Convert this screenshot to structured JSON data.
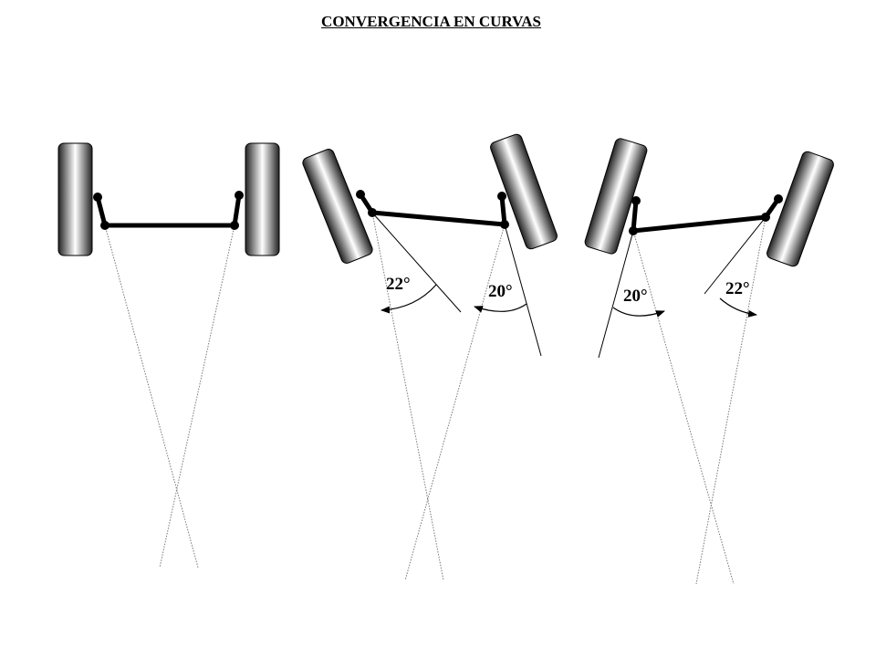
{
  "title": "CONVERGENCIA EN CURVAS",
  "angles": {
    "middle_left": "22°",
    "middle_right": "20°",
    "right_left": "20°",
    "right_right": "22°"
  },
  "colors": {
    "ink": "#000000",
    "tire_dark": "#222222",
    "tire_light": "#ffffff",
    "guide_line": "#777777"
  }
}
